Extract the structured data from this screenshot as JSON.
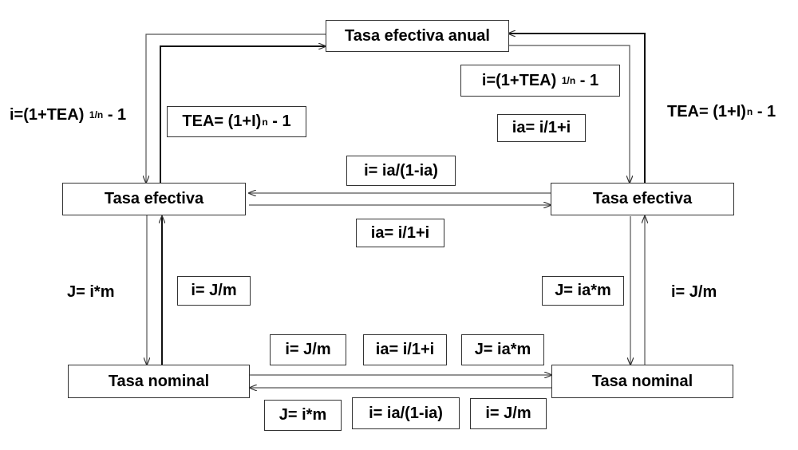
{
  "nodes": {
    "tea": "Tasa efectiva anual",
    "eff_left": "Tasa efectiva",
    "eff_right": "Tasa efectiva",
    "nom_left": "Tasa nominal",
    "nom_right": "Tasa nominal"
  },
  "formulas": {
    "left_outer": {
      "base": "i=(1+TEA) ",
      "sup": "1/n",
      "tail": " - 1"
    },
    "left_inner": {
      "base": "TEA= (1+I)",
      "sup": "n",
      "tail": " - 1"
    },
    "right_top": {
      "base": "i=(1+TEA) ",
      "sup": "1/n",
      "tail": " - 1"
    },
    "right_ia": "ia= i/1+i",
    "right_outer": {
      "base": "TEA= (1+I)",
      "sup": "n",
      "tail": " - 1"
    },
    "mid_top": "i= ia/(1-ia)",
    "mid_bottom": "ia= i/1+i",
    "left_vert_outer": "J= i*m",
    "left_vert_inner": "i= J/m",
    "right_vert_inner": "J= ia*m",
    "right_vert_outer": "i= J/m",
    "bottom_top_1": "i= J/m",
    "bottom_top_2": "ia= i/1+i",
    "bottom_top_3": "J= ia*m",
    "bottom_low_1": "J= i*m",
    "bottom_low_2": "i= ia/(1-ia)",
    "bottom_low_3": "i= J/m"
  }
}
